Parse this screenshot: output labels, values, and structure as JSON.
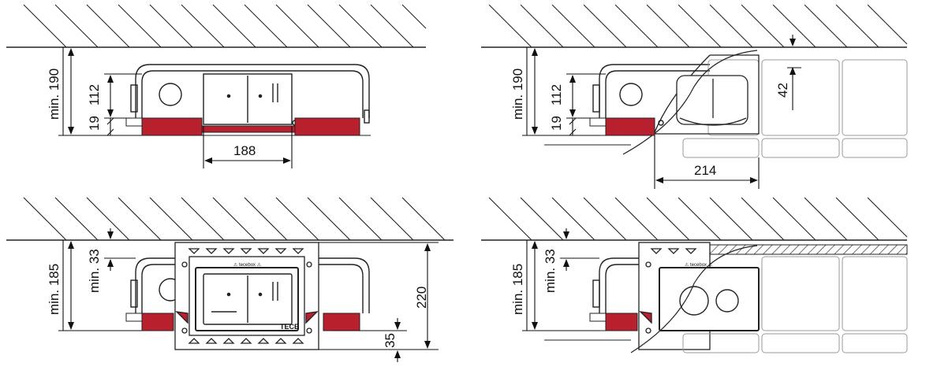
{
  "panels": {
    "top_left": {
      "min_height": "min. 190",
      "box_height": "112",
      "base_height": "19",
      "width": "188"
    },
    "top_right": {
      "min_height": "min. 190",
      "box_height": "112",
      "base_height": "19",
      "offset": "42",
      "width": "214"
    },
    "bottom_left": {
      "min_height": "min. 185",
      "top_gap": "min. 33",
      "frame_height": "220",
      "bottom_gap": "35",
      "plate_label": "⚠ tecebox ⚠",
      "brand": "TECE"
    },
    "bottom_right": {
      "min_height": "min. 185",
      "top_gap": "min. 33",
      "plate_label": "⚠ tecebox ⚠"
    }
  },
  "colors": {
    "red_base": "#b8202e",
    "line": "#1a1a1a",
    "grey_line": "#9a9a9a"
  }
}
